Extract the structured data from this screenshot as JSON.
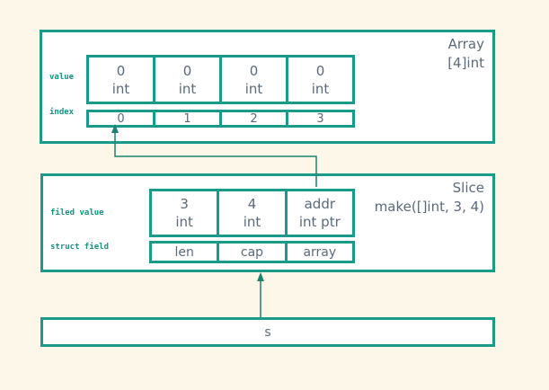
{
  "colors": {
    "accent_teal": "#1a9a8a",
    "label_teal": "#17917f",
    "text_gray": "#5b6a7a",
    "background": "#fcf7e8",
    "box_fill": "#ffffff",
    "arrow": "#1f8171"
  },
  "array_box": {
    "title_line1": "Array",
    "title_line2": "[4]int",
    "row_labels": {
      "value": "value",
      "index": "index"
    },
    "cells": [
      {
        "value": "0",
        "type": "int"
      },
      {
        "value": "0",
        "type": "int"
      },
      {
        "value": "0",
        "type": "int"
      },
      {
        "value": "0",
        "type": "int"
      }
    ],
    "indices": [
      "0",
      "1",
      "2",
      "3"
    ]
  },
  "slice_box": {
    "title_line1": "Slice",
    "title_line2": "make([]int, 3, 4)",
    "row_labels": {
      "field_value": "filed value",
      "struct_field": "struct field"
    },
    "cells": [
      {
        "value": "3",
        "type": "int"
      },
      {
        "value": "4",
        "type": "int"
      },
      {
        "value": "addr",
        "type": "int ptr"
      }
    ],
    "fields": [
      "len",
      "cap",
      "array"
    ]
  },
  "s_box": {
    "label": "s"
  },
  "arrows": [
    {
      "name": "slice-array-field-to-array-index0"
    },
    {
      "name": "s-to-slice-struct"
    }
  ]
}
